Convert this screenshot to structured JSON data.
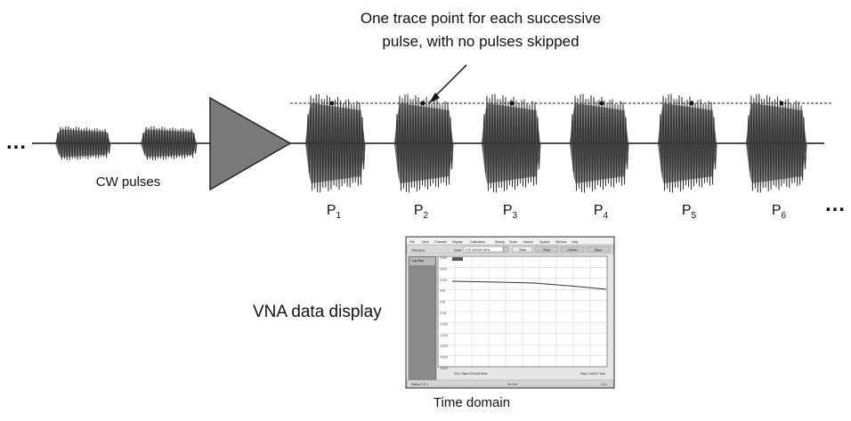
{
  "callout": {
    "line1": "One trace point for each successive",
    "line2": "pulse, with no pulses skipped"
  },
  "cw_label": "CW pulses",
  "pulse_labels": [
    {
      "main": "P",
      "sub": "1"
    },
    {
      "main": "P",
      "sub": "2"
    },
    {
      "main": "P",
      "sub": "3"
    },
    {
      "main": "P",
      "sub": "4"
    },
    {
      "main": "P",
      "sub": "5"
    },
    {
      "main": "P",
      "sub": "6"
    }
  ],
  "ellipsis": "…",
  "vna_label": "VNA data display",
  "time_label": "Time domain",
  "vna_screen": {
    "menu_items": [
      "File",
      "View",
      "Channel",
      "Display",
      "Calibration",
      "Sweep",
      "Scale",
      "Marker",
      "System",
      "Window",
      "Help"
    ],
    "toolbar": {
      "field_label": "Stimulus",
      "start_label": "Start",
      "start_value": "976.400000 MHz",
      "btn_start": "Start",
      "btn_stop": "Stop",
      "btn_center": "Center",
      "btn_span": "Span"
    },
    "trace_tag": "Log Mag",
    "y_ticks": [
      "20.00",
      "15.00",
      "10.00",
      "5.00",
      "0.00",
      "-5.00",
      "-10.00",
      "-15.00",
      "-20.00",
      "-25.00",
      "-30.00"
    ],
    "footer_left": "Ch1: Start 976.400 MHz",
    "footer_right": "Stop 2.00017 kHz",
    "status_left": "Status  CH 1",
    "status_mid": "No Cor",
    "status_right": "LCL"
  },
  "colors": {
    "pulse_fill": "#555555",
    "amplifier_fill": "#7a7a7a",
    "line": "#111111"
  }
}
